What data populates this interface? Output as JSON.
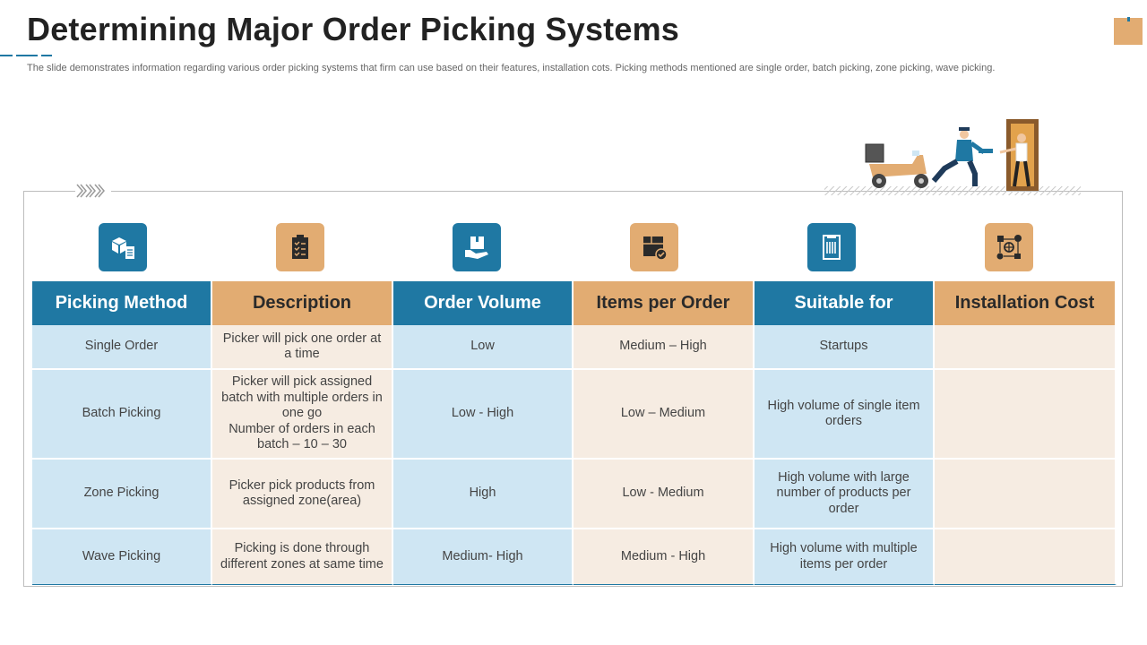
{
  "title": "Determining Major Order Picking Systems",
  "subtitle": "The slide demonstrates information regarding various order picking systems that firm can use based on their features,  installation cots. Picking methods mentioned  are single order, batch picking, zone picking, wave picking.",
  "colors": {
    "blue": "#1f78a3",
    "tan": "#e2ac72",
    "light_blue": "#cfe6f3",
    "light_tan": "#f6ece2"
  },
  "icons": [
    "boxes-checklist-icon",
    "clipboard-checklist-icon",
    "package-hand-icon",
    "box-check-icon",
    "document-scan-icon",
    "cost-network-icon"
  ],
  "headers": [
    "Picking Method",
    "Description",
    "Order Volume",
    "Items per Order",
    "Suitable for",
    "Installation Cost"
  ],
  "rows": [
    {
      "method": "Single Order",
      "description": [
        "Picker will pick one order at a time"
      ],
      "order_volume": "Low",
      "items_per_order": "Medium – High",
      "suitable_for": "Startups",
      "installation_cost": ""
    },
    {
      "method": "Batch Picking",
      "description": [
        "Picker will pick assigned batch with multiple orders in one go",
        "Number of orders in each batch – 10 – 30"
      ],
      "order_volume": "Low - High",
      "items_per_order": "Low – Medium",
      "suitable_for": "High volume of single item orders",
      "installation_cost": ""
    },
    {
      "method": "Zone Picking",
      "description": [
        "Picker pick products from assigned zone(area)"
      ],
      "order_volume": "High",
      "items_per_order": "Low - Medium",
      "suitable_for": "High volume with large number of products per order",
      "installation_cost": ""
    },
    {
      "method": "Wave Picking",
      "description": [
        "Picking is done through different zones at same time"
      ],
      "order_volume": "Medium- High",
      "items_per_order": "Medium - High",
      "suitable_for": "High volume with multiple items per order",
      "installation_cost": ""
    }
  ]
}
